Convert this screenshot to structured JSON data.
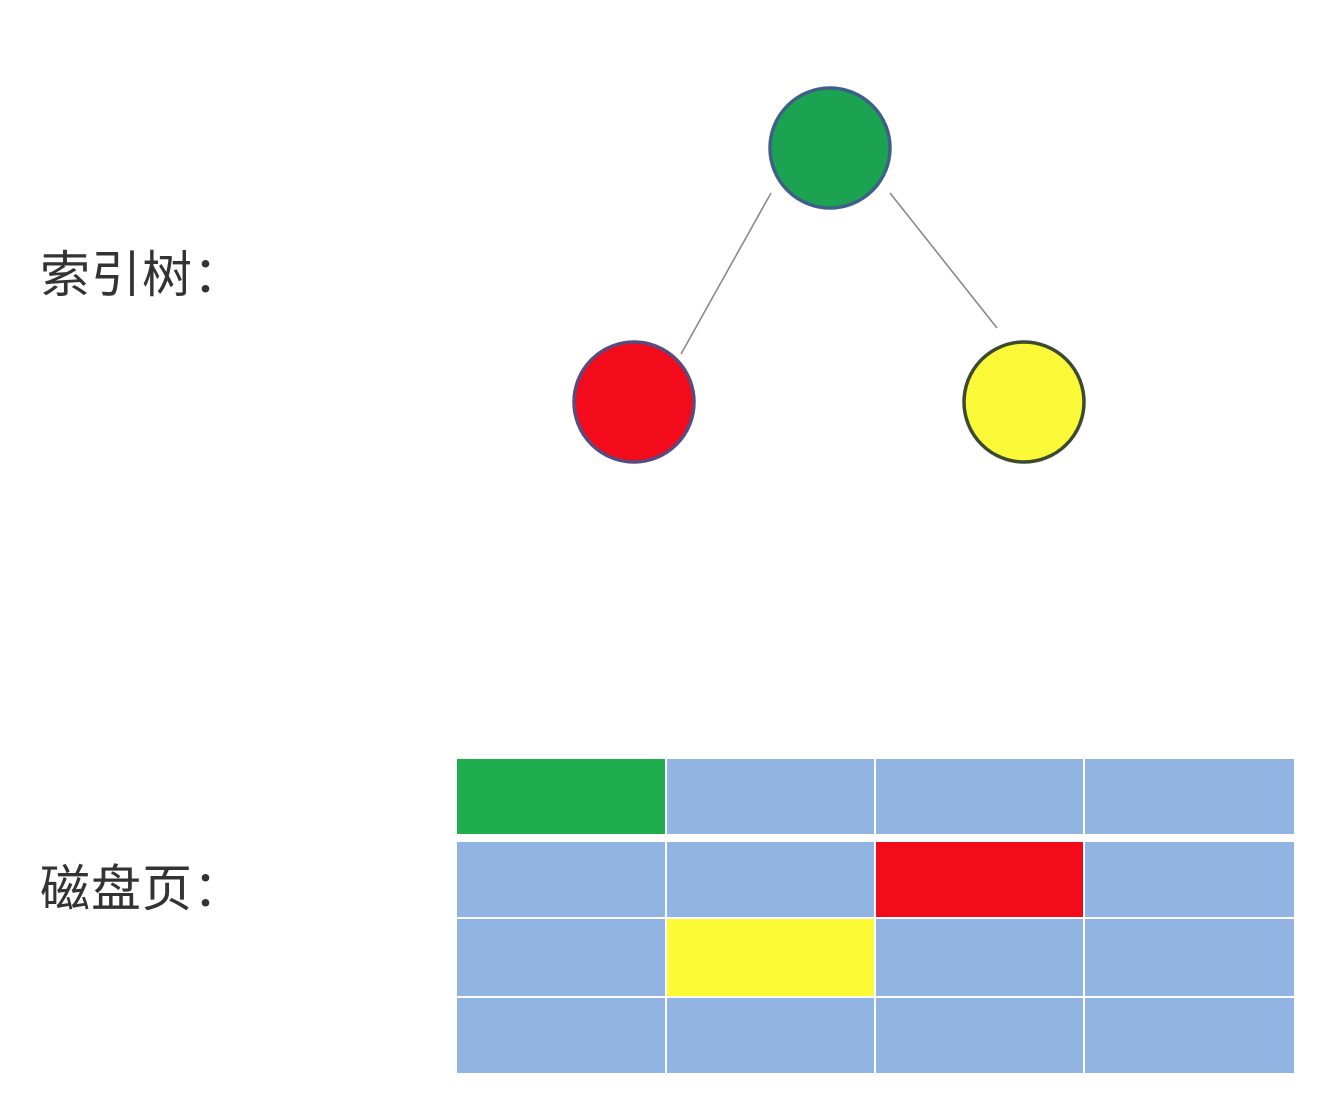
{
  "labels": {
    "index_tree": "索引树：",
    "disk_page": "磁盘页："
  },
  "index_tree": {
    "nodes": {
      "root": {
        "fill": "#1ba352",
        "stroke": "#3f5f88"
      },
      "left": {
        "fill": "#f30b1c",
        "stroke": "#5b4a7e"
      },
      "right": {
        "fill": "#fbf838",
        "stroke": "#3c4a30"
      }
    },
    "edge_color": "#8a8a8a"
  },
  "disk_page": {
    "rows": [
      [
        "green",
        "blue",
        "blue",
        "blue"
      ],
      [
        "blue",
        "blue",
        "red",
        "blue"
      ],
      [
        "blue",
        "yellow",
        "blue",
        "blue"
      ],
      [
        "blue",
        "blue",
        "blue",
        "blue"
      ]
    ]
  },
  "colors": {
    "green": "#1fad4e",
    "red": "#f40b1b",
    "yellow": "#fcf935",
    "blue": "#92b4e2",
    "text": "#333333"
  }
}
